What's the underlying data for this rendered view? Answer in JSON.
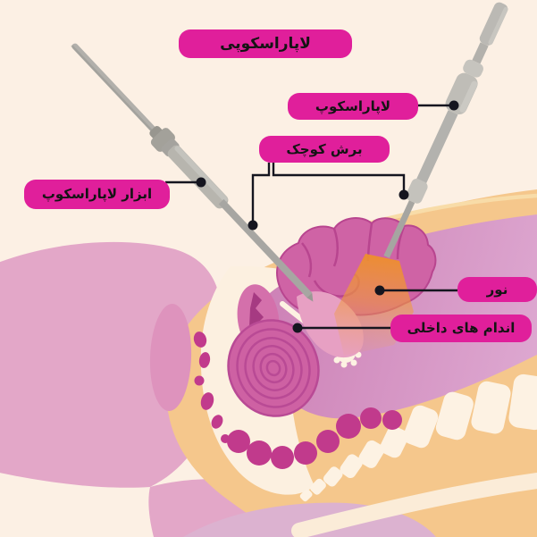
{
  "diagram": {
    "title": "لاپاراسکوپی",
    "callouts": {
      "laparoscope": "لاپاراسکوپ",
      "small_incision": "برش کوچک",
      "tool": "ابزار لاپاراسکوپ",
      "light": "نور",
      "internal_organs": "اندام های داخلی"
    },
    "colors": {
      "background": "#fcf0e4",
      "label_bg": "#e01f9b",
      "label_text": "#141414",
      "skin_tan": "#f5c78c",
      "body_pink": "#e3a7c8",
      "cavity_mauve": "#d792c1",
      "organ_pink": "#cf63a5",
      "organ_dark": "#c13a8c",
      "bone_cream": "#fdf2e3",
      "light_orange": "#ee8f2c",
      "instrument_gray": "#b2b0ab",
      "connector_black": "#15151f"
    }
  }
}
